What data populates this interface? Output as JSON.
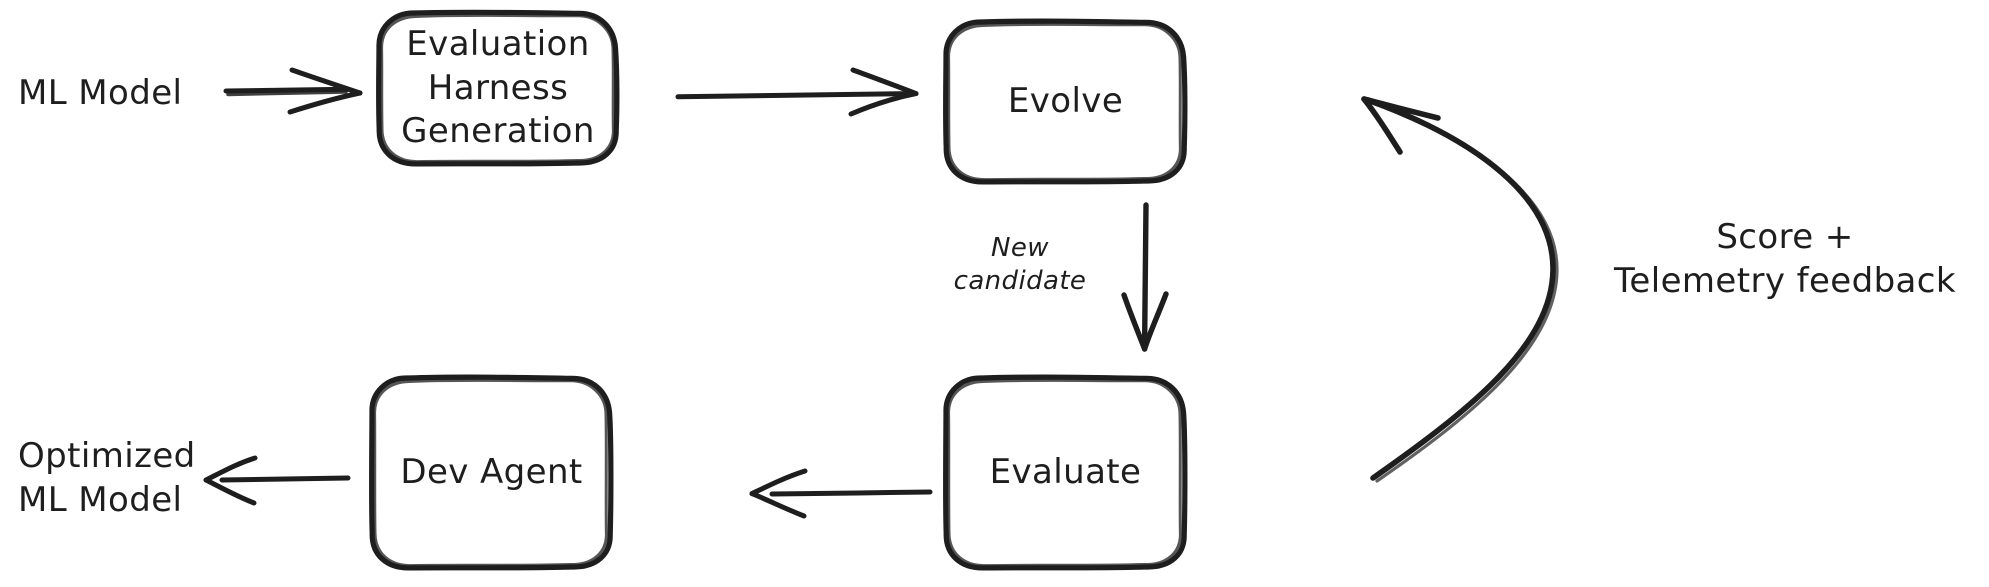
{
  "diagram": {
    "title": "ML model optimization evolve loop",
    "style": "hand-drawn sketch",
    "stroke_color": "#1e1e1e",
    "background_color": "#ffffff",
    "nodes": [
      {
        "id": "eval-harness",
        "label": "Evaluation Harness\nGeneration",
        "shape": "rounded-rectangle"
      },
      {
        "id": "evolve",
        "label": "Evolve",
        "shape": "rounded-rectangle"
      },
      {
        "id": "evaluate",
        "label": "Evaluate",
        "shape": "rounded-rectangle"
      },
      {
        "id": "dev-agent",
        "label": "Dev Agent",
        "shape": "rounded-rectangle"
      }
    ],
    "free_labels": [
      {
        "id": "input",
        "label": "ML Model"
      },
      {
        "id": "output",
        "label": "Optimized\nML Model"
      },
      {
        "id": "new-candidate",
        "label": "New\ncandidate"
      },
      {
        "id": "feedback",
        "label": "Score +\nTelemetry feedback"
      }
    ],
    "edges": [
      {
        "id": "ml-model-to-harness",
        "from": "ML Model",
        "to": "Evaluation Harness Generation",
        "label": ""
      },
      {
        "id": "harness-to-evolve",
        "from": "Evaluation Harness Generation",
        "to": "Evolve",
        "label": ""
      },
      {
        "id": "evolve-to-evaluate",
        "from": "Evolve",
        "to": "Evaluate",
        "label": "New candidate"
      },
      {
        "id": "evaluate-to-dev-agent",
        "from": "Evaluate",
        "to": "Dev Agent",
        "label": ""
      },
      {
        "id": "dev-agent-to-output",
        "from": "Dev Agent",
        "to": "Optimized ML Model",
        "label": ""
      },
      {
        "id": "evaluate-to-evolve-feedback",
        "from": "Evaluate",
        "to": "Evolve",
        "label": "Score + Telemetry feedback"
      }
    ]
  }
}
